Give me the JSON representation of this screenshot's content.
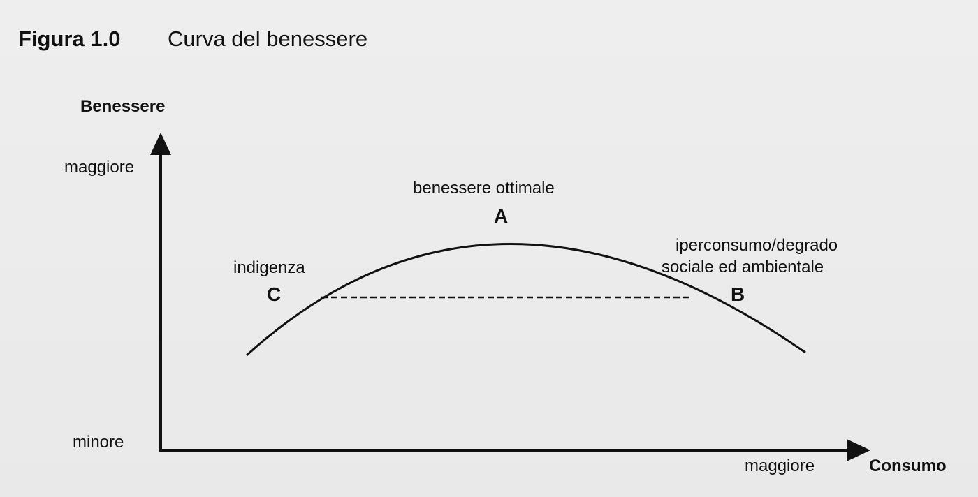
{
  "figure": {
    "label": "Figura 1.0",
    "title": "Curva del benessere"
  },
  "axes": {
    "y_title": "Benessere",
    "y_high": "maggiore",
    "y_low": "minore",
    "x_title": "Consumo",
    "x_high": "maggiore"
  },
  "points": {
    "a": {
      "letter": "A",
      "caption": "benessere ottimale"
    },
    "b": {
      "letter": "B",
      "caption_line1": "iperconsumo/degrado",
      "caption_line2": "sociale ed ambientale"
    },
    "c": {
      "letter": "C",
      "caption": "indigenza"
    }
  },
  "colors": {
    "ink": "#111111",
    "background": "#ececec"
  }
}
